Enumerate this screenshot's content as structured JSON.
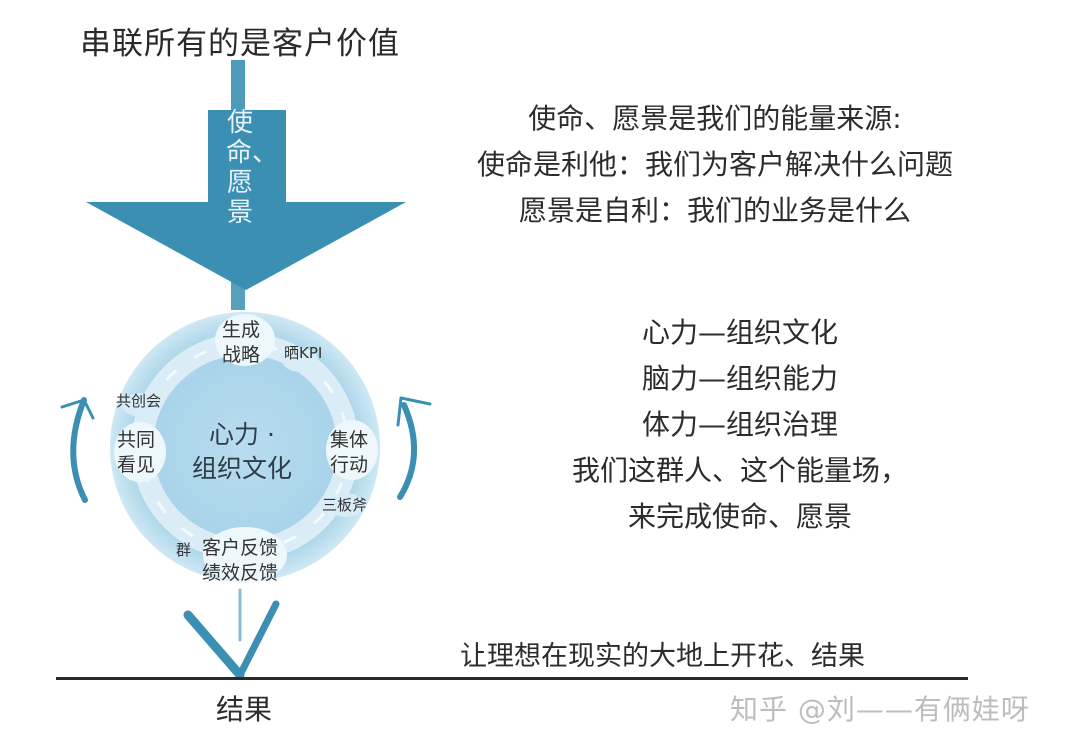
{
  "title": "串联所有的是客户价值",
  "arrow": {
    "label": "使命、愿景",
    "color": "#3a8fb2"
  },
  "mission_block": {
    "lines": [
      "使命、愿景是我们的能量来源:",
      "使命是利他：我们为客户解决什么问题",
      "愿景是自利：我们的业务是什么"
    ]
  },
  "cycle": {
    "center": [
      "心力 ·",
      "组织文化"
    ],
    "nodes": {
      "top": [
        "生成",
        "战略"
      ],
      "top_right_small": "晒KPI",
      "right": [
        "集体",
        "行动"
      ],
      "right_small": "三板斧",
      "bottom": [
        "客户反馈",
        "绩效反馈"
      ],
      "bottom_left_small": "群",
      "left": [
        "共同",
        "看见"
      ],
      "top_left_small": "共创会"
    },
    "circle_color": "#a9d4ea",
    "arrow_color": "#3a8fb2"
  },
  "forces_block": {
    "lines": [
      "心力—组织文化",
      "脑力—组织能力",
      "体力—组织治理",
      "我们这群人、这个能量场，",
      "来完成使命、愿景"
    ]
  },
  "bottom_caption": "让理想在现实的大地上开花、结果",
  "result_label": "结果",
  "watermark": "知乎 @刘——有俩娃呀"
}
